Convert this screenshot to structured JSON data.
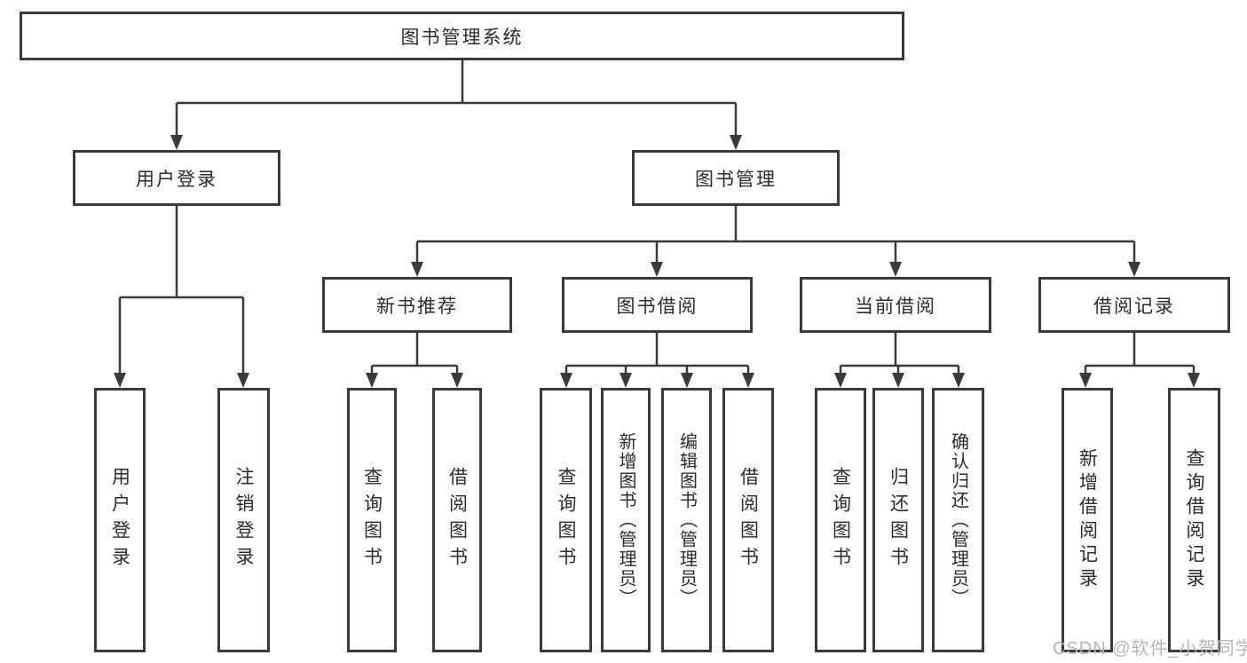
{
  "nodes": {
    "root": {
      "label": "图书管理系统",
      "parent": null
    },
    "user_login": {
      "label": "用户登录",
      "parent": "root"
    },
    "book_mgmt": {
      "label": "图书管理",
      "parent": "root"
    },
    "new_book_rec": {
      "label": "新书推荐",
      "parent": "book_mgmt"
    },
    "book_borrow": {
      "label": "图书借阅",
      "parent": "book_mgmt"
    },
    "current_borrow": {
      "label": "当前借阅",
      "parent": "book_mgmt"
    },
    "borrow_records": {
      "label": "借阅记录",
      "parent": "book_mgmt"
    },
    "leaf_user_login": {
      "label": "用户登录",
      "parent": "user_login"
    },
    "leaf_logout": {
      "label": "注销登录",
      "parent": "user_login"
    },
    "leaf_nbr_query": {
      "label": "查询图书",
      "parent": "new_book_rec"
    },
    "leaf_nbr_borrow": {
      "label": "借阅图书",
      "parent": "new_book_rec"
    },
    "leaf_bb_query": {
      "label": "查询图书",
      "parent": "book_borrow"
    },
    "leaf_bb_add": {
      "label": "新增图书（管理员）",
      "parent": "book_borrow"
    },
    "leaf_bb_edit": {
      "label": "编辑图书（管理员）",
      "parent": "book_borrow"
    },
    "leaf_bb_borrow": {
      "label": "借阅图书",
      "parent": "book_borrow"
    },
    "leaf_cb_query": {
      "label": "查询图书",
      "parent": "current_borrow"
    },
    "leaf_cb_return": {
      "label": "归还图书",
      "parent": "current_borrow"
    },
    "leaf_cb_confirm": {
      "label": "确认归还（管理员）",
      "parent": "current_borrow"
    },
    "leaf_br_add": {
      "label": "新增借阅记录",
      "parent": "borrow_records"
    },
    "leaf_br_query": {
      "label": "查询借阅记录",
      "parent": "borrow_records"
    }
  },
  "watermark": {
    "text": "CSDN @软件_小贺同学"
  },
  "colors": {
    "line": "#3a3a3a",
    "box_border": "#3a3a3a",
    "text": "#2b2b2b",
    "watermark": "#b5b5b5",
    "background": "#ffffff"
  }
}
